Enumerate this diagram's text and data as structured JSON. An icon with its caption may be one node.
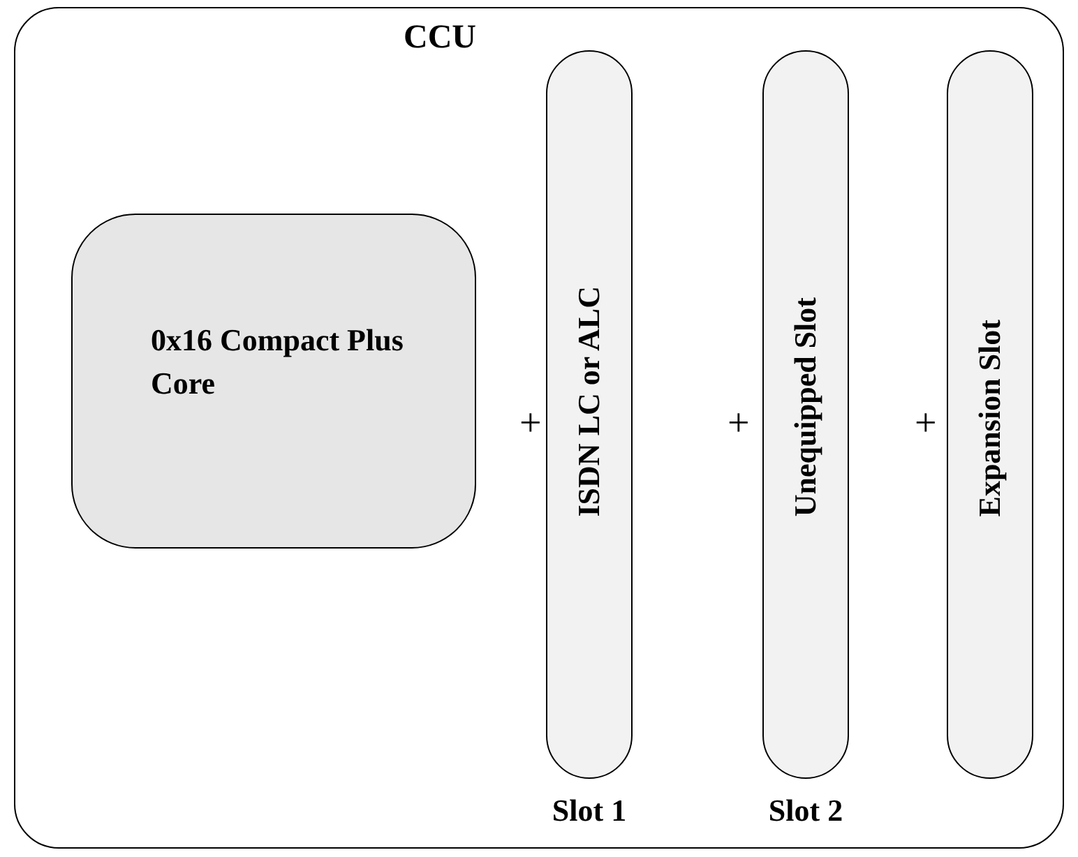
{
  "diagram": {
    "nodes": [
      {
        "text": [
          "CCU"
        ]
      },
      {
        "text": [
          "0x16 Compact Plus Core"
        ],
        "in": 0
      },
      {
        "text": [
          "ISDN LC or ALC"
        ],
        "in": 0,
        "beside": [
          "Slot 1"
        ]
      },
      {
        "text": [
          "Unequipped Slot"
        ],
        "in": 0,
        "beside": [
          "Slot 2"
        ]
      },
      {
        "text": [
          "Expansion Slot"
        ],
        "in": 0
      }
    ],
    "labels": [
      "+",
      "+",
      "+"
    ]
  }
}
